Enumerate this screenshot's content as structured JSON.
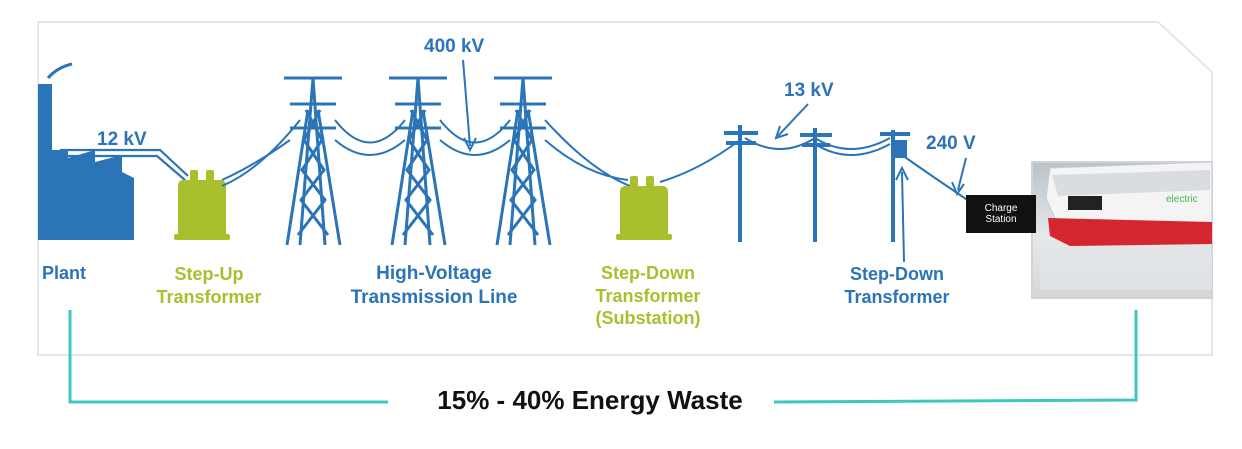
{
  "voltages": {
    "v12": "12 kV",
    "v400": "400 kV",
    "v13": "13 kV",
    "v240": "240 V"
  },
  "labels": {
    "plant": "Plant",
    "step_up_1": "Step-Up",
    "step_up_2": "Transformer",
    "hv_1": "High-Voltage",
    "hv_2": "Transmission Line",
    "sd_sub_1": "Step-Down",
    "sd_sub_2": "Transformer",
    "sd_sub_3": "(Substation)",
    "sd_1": "Step-Down",
    "sd_2": "Transformer",
    "charge_1": "Charge",
    "charge_2": "Station",
    "bus_text": "electric"
  },
  "footer": {
    "energy_waste": "15% - 40% Energy Waste"
  },
  "colors": {
    "blue": "#2b74b8",
    "green": "#a9bf2e",
    "teal": "#3cc8c0"
  }
}
